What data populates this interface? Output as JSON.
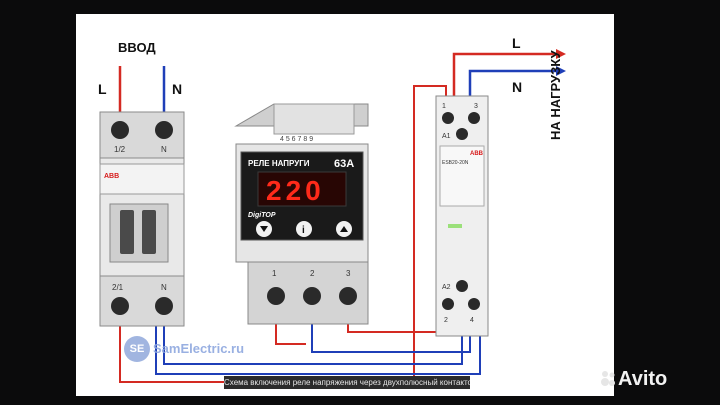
{
  "labels": {
    "input": "ВВОД",
    "input_l": "L",
    "input_n": "N",
    "out_l": "L",
    "out_n": "N",
    "to_load": "НА НАГРУЗКУ"
  },
  "breaker": {
    "term_top_left": "1/2",
    "term_top_right": "N",
    "term_bot_left": "2/1",
    "term_bot_right": "N",
    "brand": "ABB"
  },
  "relay": {
    "top_numbers": "4 5 6 7 8 9",
    "title": "РЕЛЕ НАПРУГИ",
    "rating": "63A",
    "display": "220",
    "brand": "DigiTOP",
    "terminals": [
      "1",
      "2",
      "3"
    ]
  },
  "contactor": {
    "term_top_left": "1",
    "term_top_right": "3",
    "coil_a1": "A1",
    "coil_a2": "A2",
    "brand": "ABB",
    "model": "ESB20-20N",
    "term_bot_left": "2",
    "term_bot_right": "4"
  },
  "watermark": {
    "badge": "SE",
    "text": "SamElectric.ru"
  },
  "caption": "Схема включения реле напряжения через двухполюсный контактор",
  "avito": "Avito",
  "colors": {
    "phase_wire": "#d42a22",
    "neutral_wire": "#1f3fb8",
    "display_digits": "#ff2a1a"
  }
}
